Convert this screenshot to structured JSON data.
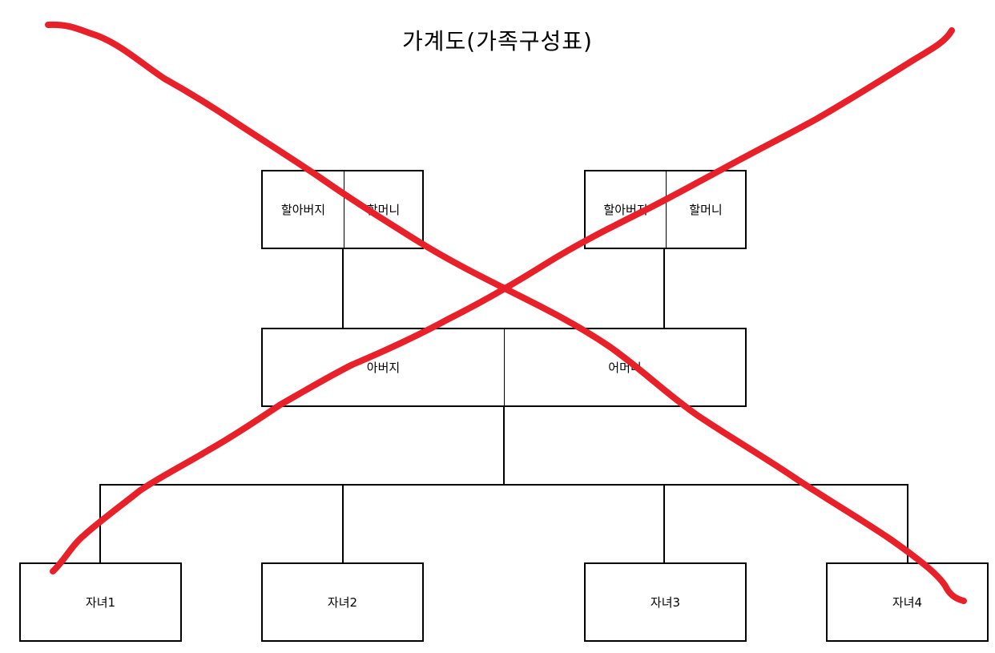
{
  "title": "가계도(가족구성표)",
  "grandparents_left": {
    "grandfather": "할아버지",
    "grandmother": "할머니"
  },
  "grandparents_right": {
    "grandfather": "할아버지",
    "grandmother": "할머니"
  },
  "parents": {
    "father": "아버지",
    "mother": "어머니"
  },
  "children": [
    "자녀1",
    "자녀2",
    "자녀3",
    "자녀4"
  ],
  "colors": {
    "cross_mark": "#e8202a",
    "lines": "#000000"
  }
}
